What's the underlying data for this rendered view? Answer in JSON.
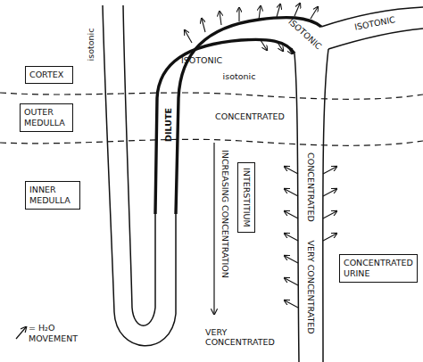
{
  "diagram": {
    "nodes": [
      {
        "text": [
          "CORTEX"
        ]
      },
      {
        "text": [
          "OUTER MEDULLA"
        ]
      },
      {
        "text": [
          "INNER MEDULLA"
        ]
      },
      {
        "text": [
          "INTERSTITIUM"
        ]
      },
      {
        "text": [
          "CONCENTRATED URINE"
        ]
      }
    ],
    "labels": [
      "isotonic",
      "ISOTONIC",
      "isotonic",
      "ISOTONIC",
      "ISOTONIC",
      "DILUTE",
      "CONCENTRATED",
      "INCREASING CONCENTRATION",
      "CONCENTRATED",
      "VERY CONCENTRATED",
      "VERY CONCENTRATED"
    ],
    "legend": [
      {
        "text": "= H₂O MOVEMENT"
      }
    ]
  }
}
